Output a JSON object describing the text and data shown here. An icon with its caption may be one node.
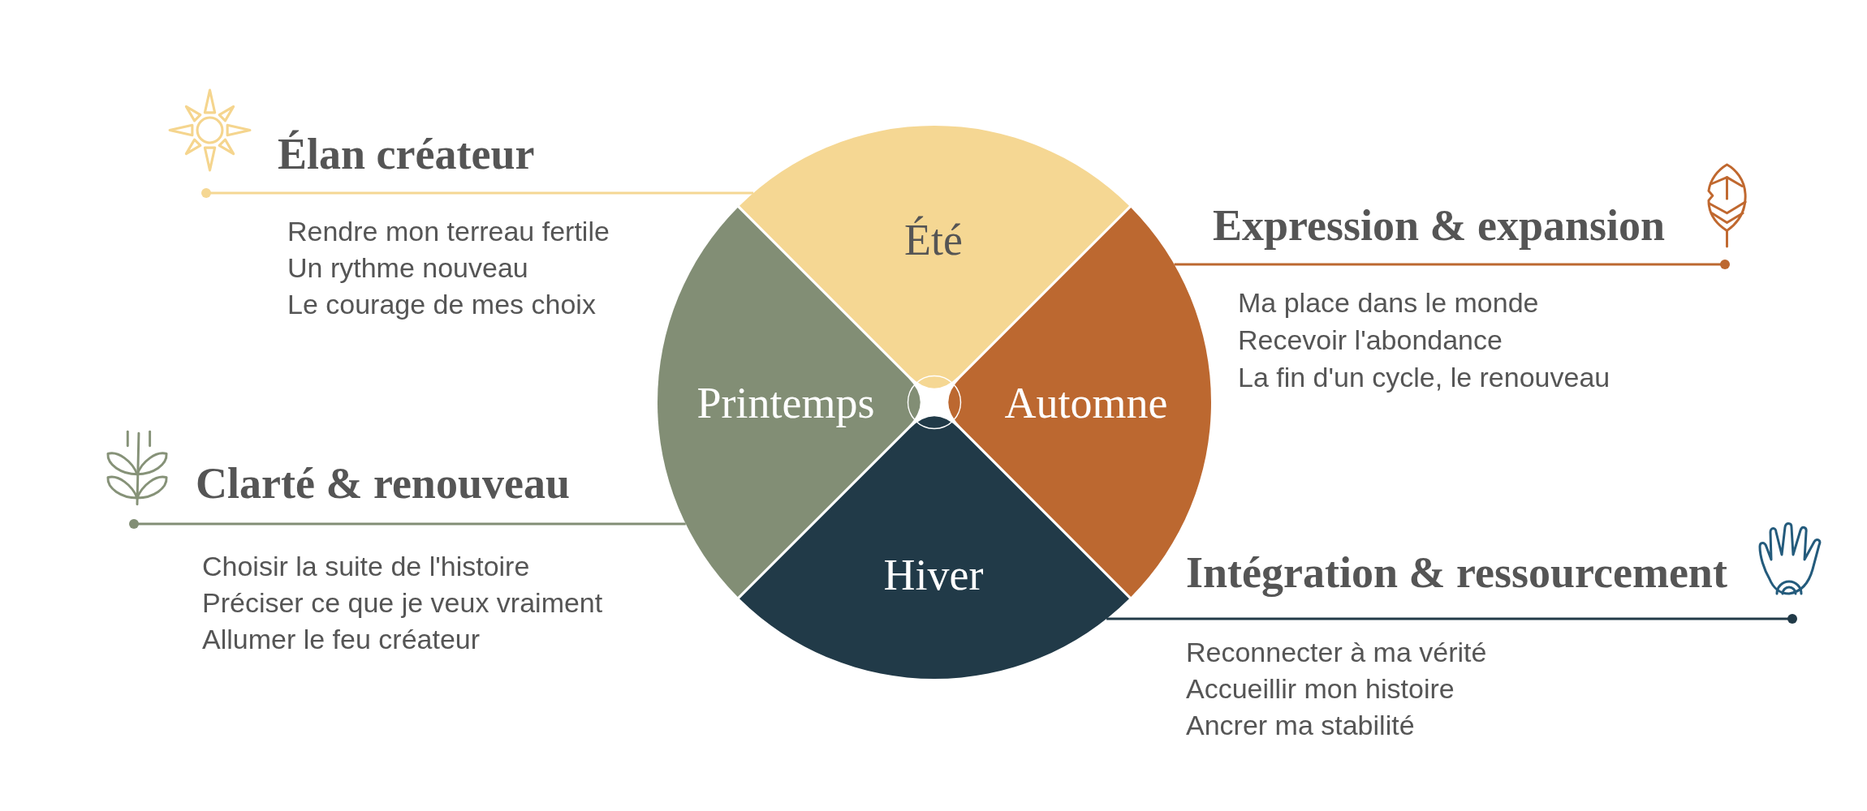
{
  "diagram": {
    "nodes": [
      {
        "text": [
          "Élan créateur",
          "Rendre mon terreau fertile",
          "Un rythme nouveau",
          "Le courage de mes choix"
        ]
      },
      {
        "text": [
          "Été"
        ]
      },
      {
        "text": [
          "Expression & expansion",
          "Ma place dans le monde",
          "Recevoir l'abondance",
          "La fin d'un cycle, le renouveau"
        ]
      },
      {
        "text": [
          "Printemps"
        ]
      },
      {
        "text": [
          "Automne"
        ]
      },
      {
        "text": [
          "Clarté & renouveau",
          "Choisir la suite de l'histoire",
          "Préciser ce que je veux vraiment",
          "Allumer le feu créateur"
        ]
      },
      {
        "text": [
          "Hiver"
        ]
      },
      {
        "text": [
          "Intégration & ressourcement",
          "Reconnecter à ma vérité",
          "Accueillir mon histoire",
          "Ancrer ma stabilité"
        ]
      }
    ],
    "edges": [
      {
        "from": 1,
        "to": 0,
        "arrow": "other",
        "color": "#f5d793"
      },
      {
        "from": 4,
        "to": 2,
        "arrow": "other",
        "color": "#bc6830"
      },
      {
        "from": 3,
        "to": 5,
        "arrow": "other",
        "color": "#828e75"
      },
      {
        "from": 6,
        "to": 7,
        "arrow": "other",
        "color": "#213a48"
      }
    ]
  }
}
